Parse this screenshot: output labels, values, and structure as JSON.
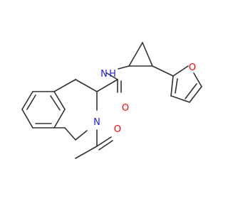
{
  "molecule": {
    "atoms": {
      "amide_nitrogen": {
        "text": "N",
        "color": "#2020e0"
      },
      "amide_hydrogen": {
        "text": "H",
        "color": "#2020e0"
      },
      "ring_nitrogen": {
        "text": "N",
        "color": "#2020e0"
      },
      "amide_oxygen": {
        "text": "O",
        "color": "#ff0000"
      },
      "acetyl_oxygen": {
        "text": "O",
        "color": "#ff0000"
      },
      "furan_oxygen": {
        "text": "O",
        "color": "#ff0000"
      }
    },
    "bond_color": "#303030"
  }
}
